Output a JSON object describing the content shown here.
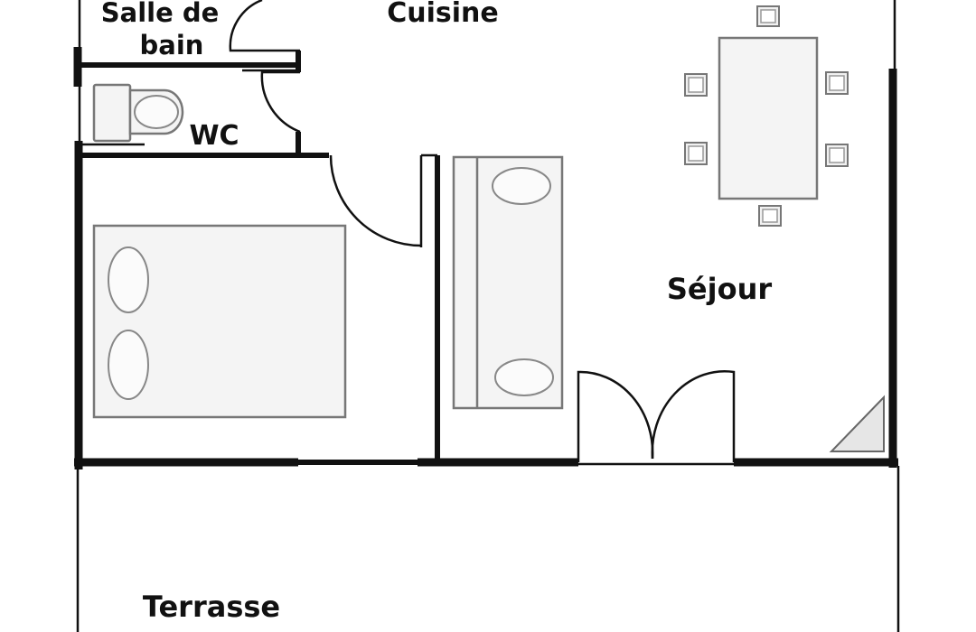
{
  "rooms": {
    "salle_de_bain": {
      "line1": "Salle de",
      "line2": "bain"
    },
    "cuisine": "Cuisine",
    "wc": "WC",
    "sejour": "Séjour",
    "terrasse": "Terrasse"
  }
}
